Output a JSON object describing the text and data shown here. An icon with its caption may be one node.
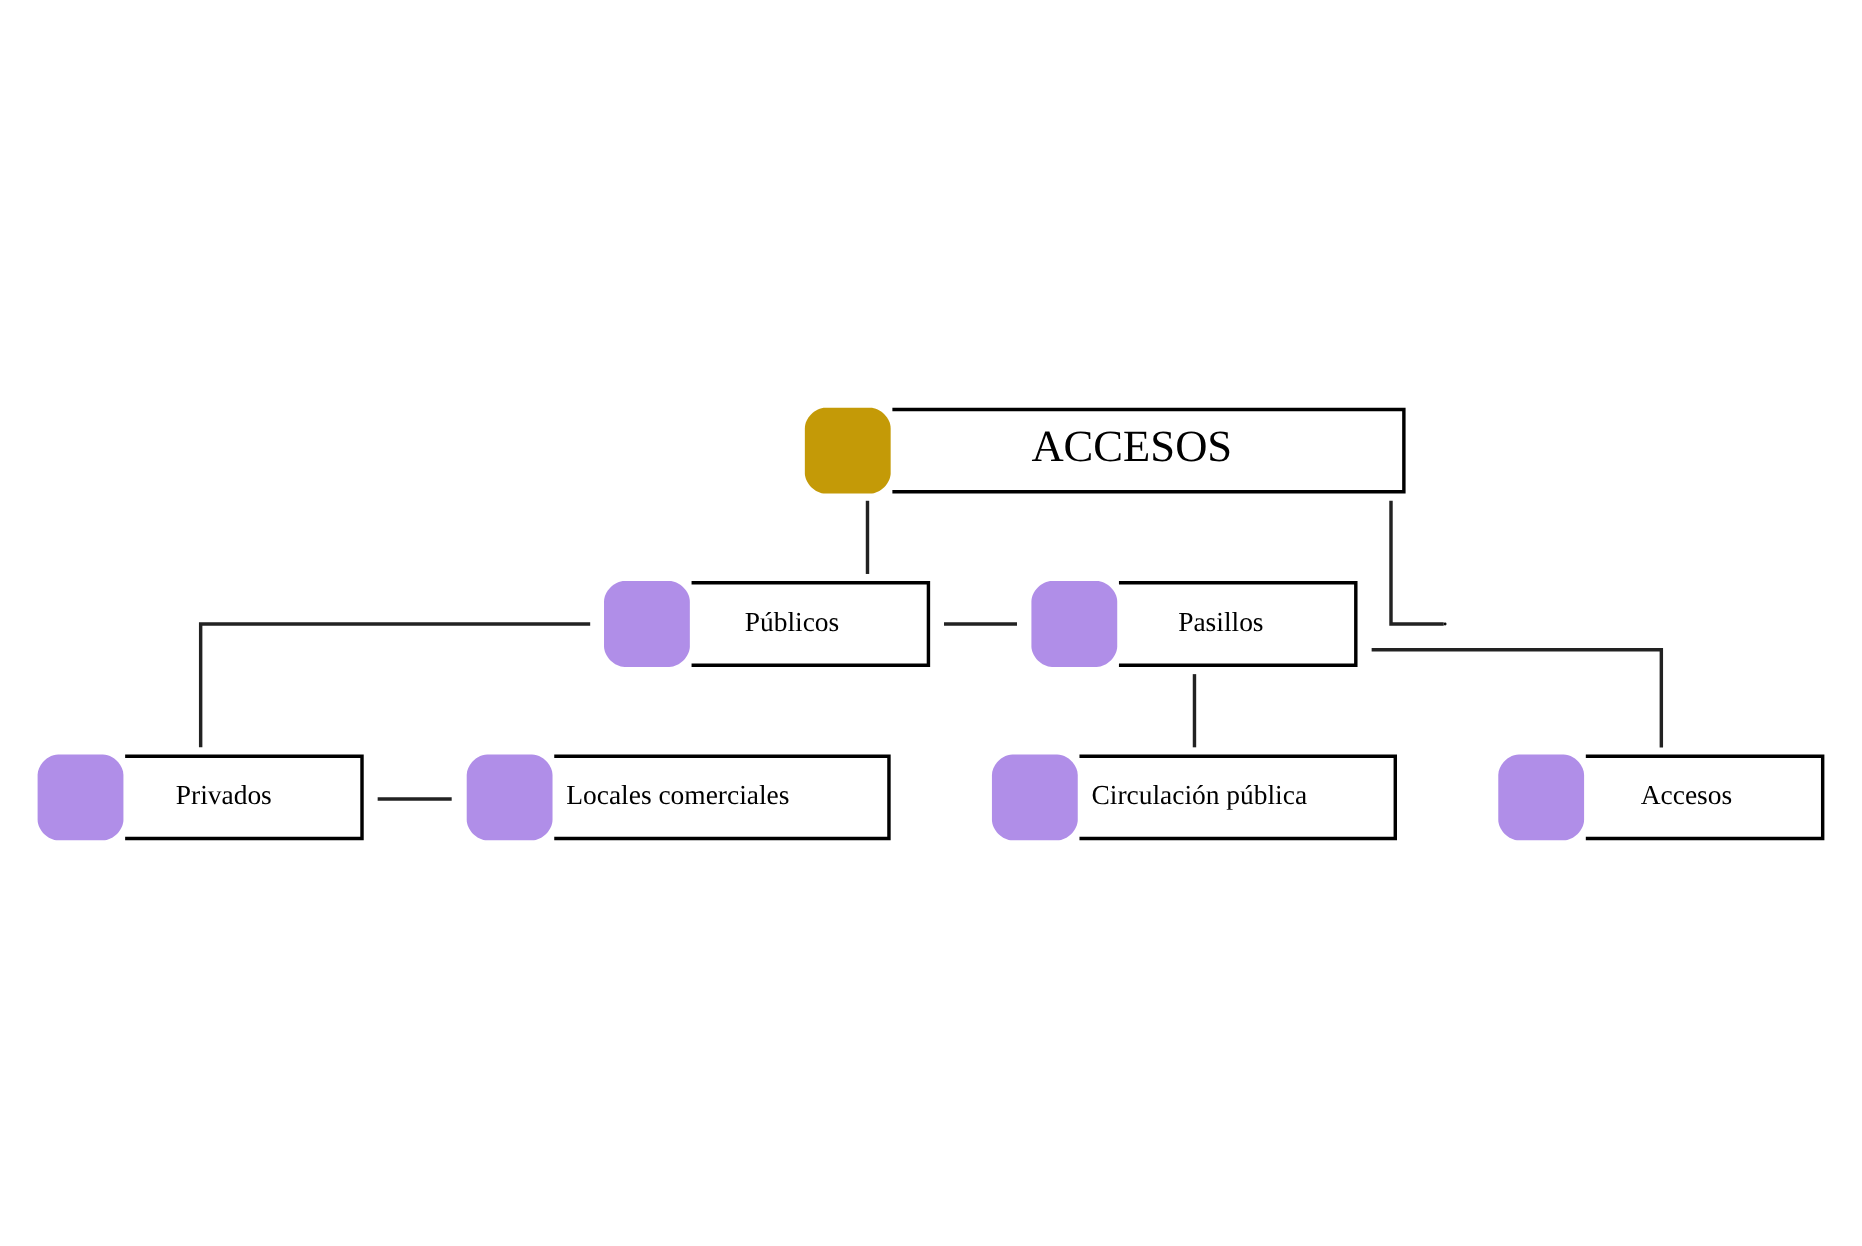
{
  "diagram": {
    "nodes": [
      {
        "text": [
          "ACCESOS"
        ]
      },
      {
        "text": [
          "Públicos"
        ]
      },
      {
        "text": [
          "Pasillos"
        ]
      },
      {
        "text": [
          "Circulación pública"
        ]
      },
      {
        "text": [
          "Accesos"
        ]
      },
      {
        "text": [
          "Privados"
        ]
      },
      {
        "text": [
          "Locales comerciales"
        ]
      }
    ],
    "edges": [
      {
        "from": 0,
        "to": 1,
        "arrow": "none"
      },
      {
        "from": 0,
        "to": null,
        "arrow": "none"
      },
      {
        "from": 1,
        "to": 2,
        "arrow": "none"
      },
      {
        "from": 2,
        "to": 3,
        "arrow": "none"
      },
      {
        "from": 2,
        "to": 4,
        "arrow": "none"
      },
      {
        "from": 1,
        "to": 5,
        "arrow": "none"
      },
      {
        "from": 5,
        "to": 6,
        "arrow": "none"
      }
    ]
  }
}
